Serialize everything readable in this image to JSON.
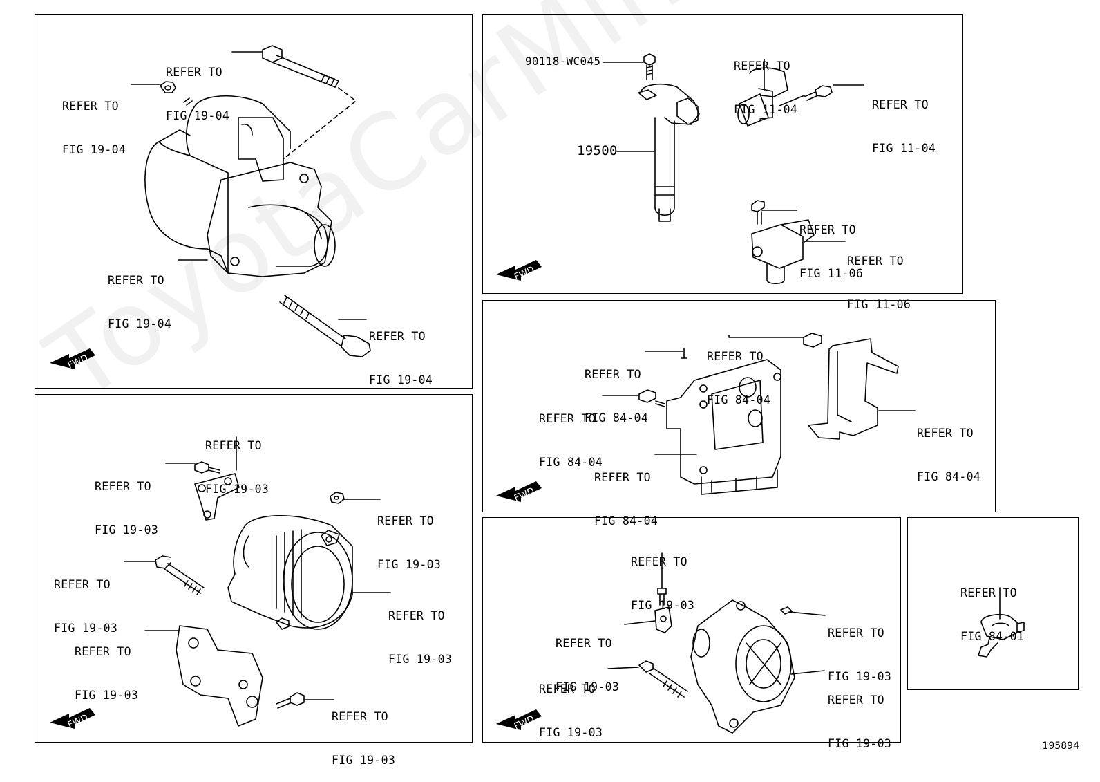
{
  "watermark": "ToyotaCarMine.ru",
  "diagram_id": "195894",
  "fwd_label": "FWD",
  "panels": {
    "starter": {
      "callouts": [
        {
          "line1": "REFER TO",
          "line2": "FIG 19-04"
        },
        {
          "line1": "REFER TO",
          "line2": "FIG 19-04"
        },
        {
          "line1": "REFER TO",
          "line2": "FIG 19-04"
        },
        {
          "line1": "REFER TO",
          "line2": "FIG 19-04"
        }
      ]
    },
    "ignition": {
      "part_bolt": "90118-WC045",
      "part_coil": "19500",
      "callouts": [
        {
          "line1": "REFER TO",
          "line2": "FIG 11-04"
        },
        {
          "line1": "REFER TO",
          "line2": "FIG 11-04"
        },
        {
          "line1": "REFER TO",
          "line2": "FIG 11-06"
        },
        {
          "line1": "REFER TO",
          "line2": "FIG 11-06"
        }
      ]
    },
    "alternator_a": {
      "callouts": [
        {
          "line1": "REFER TO",
          "line2": "FIG 19-03"
        },
        {
          "line1": "REFER TO",
          "line2": "FIG 19-03"
        },
        {
          "line1": "REFER TO",
          "line2": "FIG 19-03"
        },
        {
          "line1": "REFER TO",
          "line2": "FIG 19-03"
        },
        {
          "line1": "REFER TO",
          "line2": "FIG 19-03"
        },
        {
          "line1": "REFER TO",
          "line2": "FIG 19-03"
        },
        {
          "line1": "REFER TO",
          "line2": "FIG 19-03"
        }
      ]
    },
    "ecu": {
      "callouts": [
        {
          "line1": "REFER TO",
          "line2": "FIG 84-04"
        },
        {
          "line1": "REFER TO",
          "line2": "FIG 84-04"
        },
        {
          "line1": "REFER TO",
          "line2": "FIG 84-04"
        },
        {
          "line1": "REFER TO",
          "line2": "FIG 84-04"
        },
        {
          "line1": "REFER TO",
          "line2": "FIG 84-04"
        }
      ]
    },
    "alternator_b": {
      "callouts": [
        {
          "line1": "REFER TO",
          "line2": "FIG 19-03"
        },
        {
          "line1": "REFER TO",
          "line2": "FIG 19-03"
        },
        {
          "line1": "REFER TO",
          "line2": "FIG 19-03"
        },
        {
          "line1": "REFER TO",
          "line2": "FIG 19-03"
        },
        {
          "line1": "REFER TO",
          "line2": "FIG 19-03"
        }
      ]
    },
    "sensor": {
      "callouts": [
        {
          "line1": "REFER TO",
          "line2": "FIG 84-01"
        }
      ]
    }
  }
}
